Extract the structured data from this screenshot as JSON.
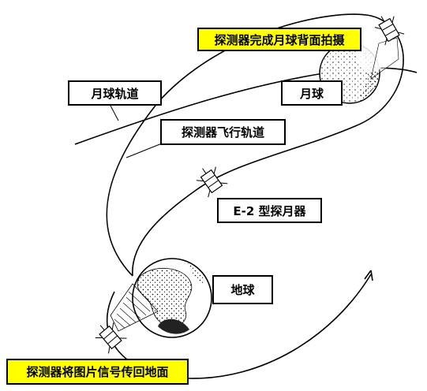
{
  "labels": {
    "top_photo": "探测器完成月球背面拍摄",
    "lunar_orbit": "月球轨道",
    "moon": "月球",
    "flight_path": "探测器飞行轨道",
    "probe": "E-2 型探月器",
    "earth": "地球",
    "transmit": "探测器将图片信号传回地面"
  },
  "colors": {
    "highlight": "#ffff00",
    "line": "#000000",
    "background": "#ffffff"
  }
}
